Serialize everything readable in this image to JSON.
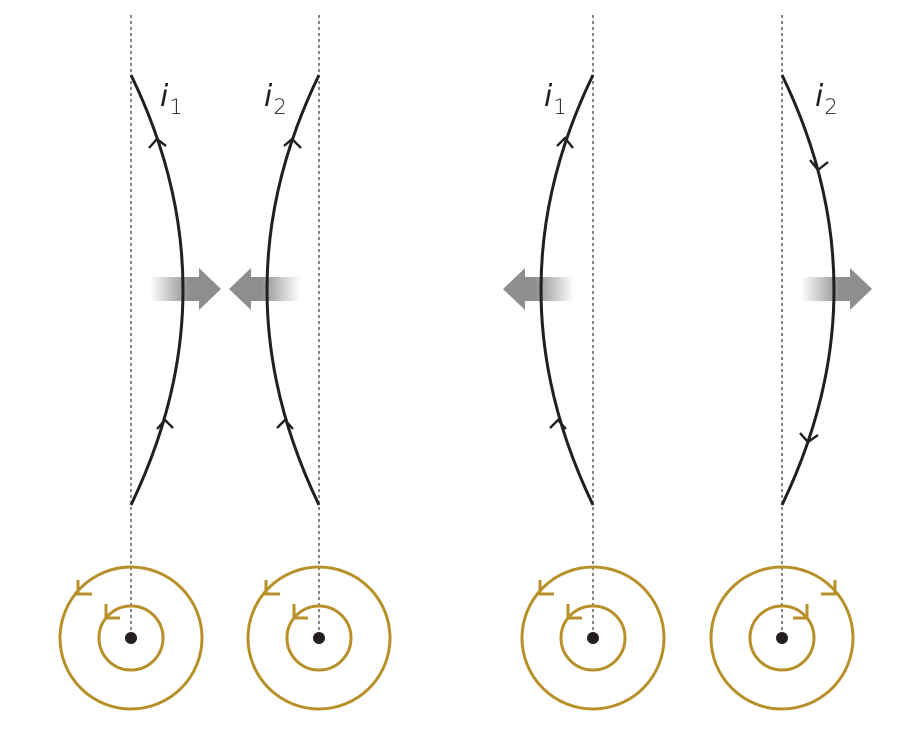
{
  "colors": {
    "wire": "#231f20",
    "field": "#b8902a",
    "guide": "#231f20",
    "force_arrow": "#8e8e8e",
    "background": "#ffffff"
  },
  "panels": [
    {
      "name": "parallel-currents",
      "force": "attract",
      "wires": [
        {
          "letter": "i",
          "index": "1",
          "current_direction": "up"
        },
        {
          "letter": "i",
          "index": "2",
          "current_direction": "up"
        }
      ]
    },
    {
      "name": "antiparallel-currents",
      "force": "repel",
      "wires": [
        {
          "letter": "i",
          "index": "1",
          "current_direction": "up"
        },
        {
          "letter": "i",
          "index": "2",
          "current_direction": "down"
        }
      ]
    }
  ],
  "field_rings": [
    {
      "panel": 0,
      "wire": 0,
      "circulation": "counterclockwise"
    },
    {
      "panel": 0,
      "wire": 1,
      "circulation": "counterclockwise"
    },
    {
      "panel": 1,
      "wire": 0,
      "circulation": "counterclockwise"
    },
    {
      "panel": 1,
      "wire": 1,
      "circulation": "clockwise"
    }
  ]
}
